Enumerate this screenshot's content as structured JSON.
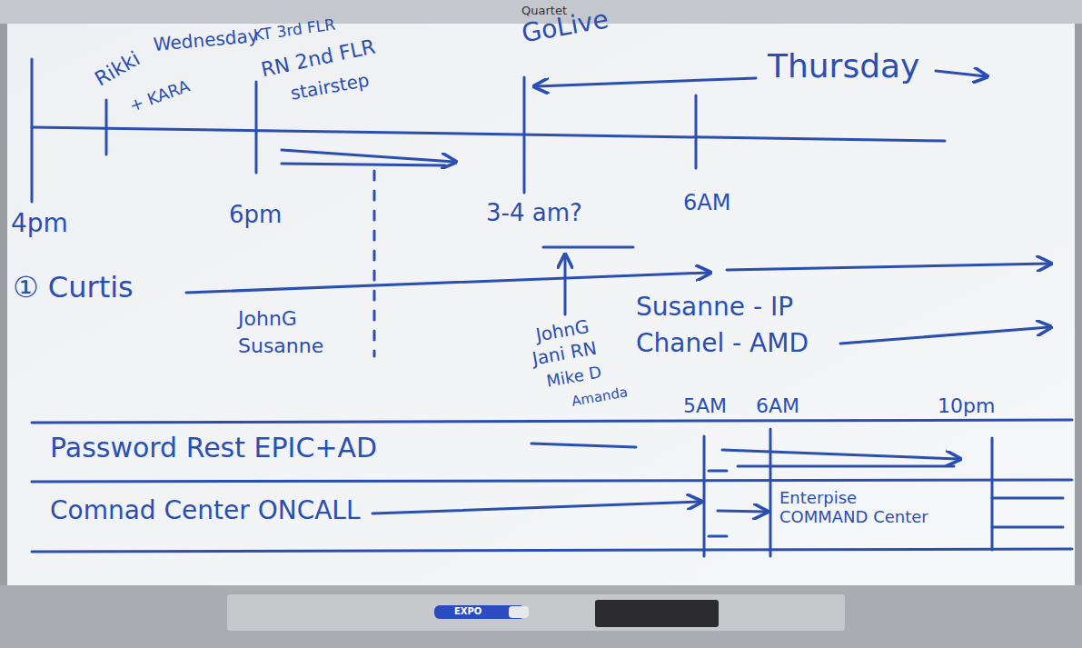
{
  "diagram": {
    "labels": [
      "Quartet",
      "Rikki",
      "Wednesday",
      "+ KARA",
      "KT 3rd FLR",
      "RN 2nd FLR",
      "stairstep",
      "GoLive",
      "Thursday",
      "4pm",
      "6pm",
      "3-4 am?",
      "6AM",
      "① Curtis",
      "JohnG",
      "Susanne",
      "JohnG",
      "Jani RN",
      "Mike D",
      "Amanda",
      "Susanne - IP",
      "Chanel - AMD",
      "Password Rest EPIC+AD",
      "5AM",
      "6AM",
      "10pm",
      "Comnad Center ONCALL",
      "Enterpise COMMAND Center",
      "EXPO"
    ]
  }
}
